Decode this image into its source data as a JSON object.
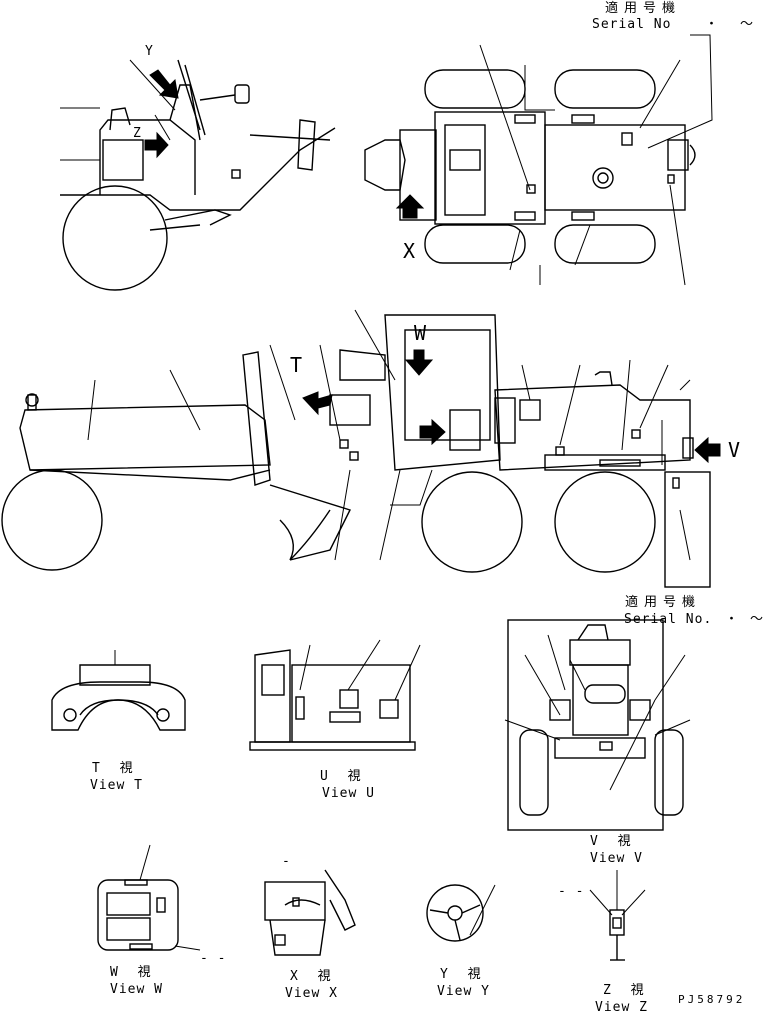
{
  "serial_top": {
    "jp": "適用号機",
    "en": "Serial No",
    "dots": "・",
    "tilde": "〜"
  },
  "serial_right": {
    "jp": "適用号機",
    "en": "Serial No.",
    "dots": "・",
    "tilde": "〜"
  },
  "arrows": {
    "y": "Y",
    "z": "Z",
    "x": "X",
    "t": "T",
    "w": "W",
    "v": "V"
  },
  "views": [
    {
      "jp": "T 視",
      "en": "View T"
    },
    {
      "jp": "U 視",
      "en": "View U"
    },
    {
      "jp": "V 視",
      "en": "View V"
    },
    {
      "jp": "W 視",
      "en": "View W"
    },
    {
      "jp": "X 視",
      "en": "View X"
    },
    {
      "jp": "Y 視",
      "en": "View Y"
    },
    {
      "jp": "Z 視",
      "en": "View Z"
    }
  ],
  "drawing_code": "PJ58792"
}
